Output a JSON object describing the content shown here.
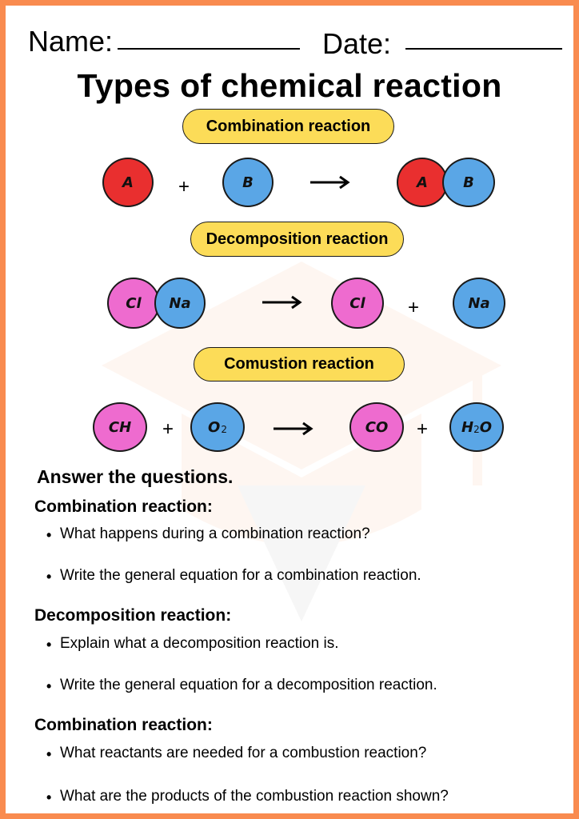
{
  "header": {
    "name_label": "Name:",
    "date_label": "Date:"
  },
  "title": "Types of chemical reaction",
  "reactions": {
    "combination": {
      "label": "Combination reaction",
      "reactant_a": "A",
      "plus": "+",
      "reactant_b": "B",
      "product_a": "A",
      "product_b": "B"
    },
    "decomposition": {
      "label": "Decomposition reaction",
      "reactant_cl": "Cl",
      "reactant_na": "Na",
      "product_cl": "Cl",
      "plus": "+",
      "product_na": "Na"
    },
    "combustion": {
      "label": "Comustion reaction",
      "reactant_ch": "CH",
      "plus_1": "+",
      "reactant_o2": "O",
      "reactant_o2_sub": "2",
      "product_co": "CO",
      "plus_2": "+",
      "product_h2o_h": "H",
      "product_h2o_sub": "2",
      "product_h2o_o": "O"
    }
  },
  "questions": {
    "heading": "Answer the questions.",
    "sections": [
      {
        "title": "Combination reaction:",
        "items": [
          "What happens during a combination reaction?",
          "Write the general equation for a combination reaction."
        ]
      },
      {
        "title": "Decomposition reaction:",
        "items": [
          "Explain what a decomposition reaction is.",
          "Write the general equation for a decomposition reaction."
        ]
      },
      {
        "title": "Combination reaction:",
        "items": [
          "What reactants are needed for a combustion reaction?",
          "What are the products of the combustion reaction shown?"
        ]
      }
    ]
  },
  "colors": {
    "border": "#f98b4f",
    "pill": "#fcdc58",
    "red_molecule": "#e92f2f",
    "blue_molecule": "#5aa6e6",
    "pink_molecule": "#ee6bcf"
  },
  "icons": {
    "arrow": "right-arrow-icon",
    "bullet": "bullet-dot",
    "watermark": "graduation-cap-icon"
  }
}
